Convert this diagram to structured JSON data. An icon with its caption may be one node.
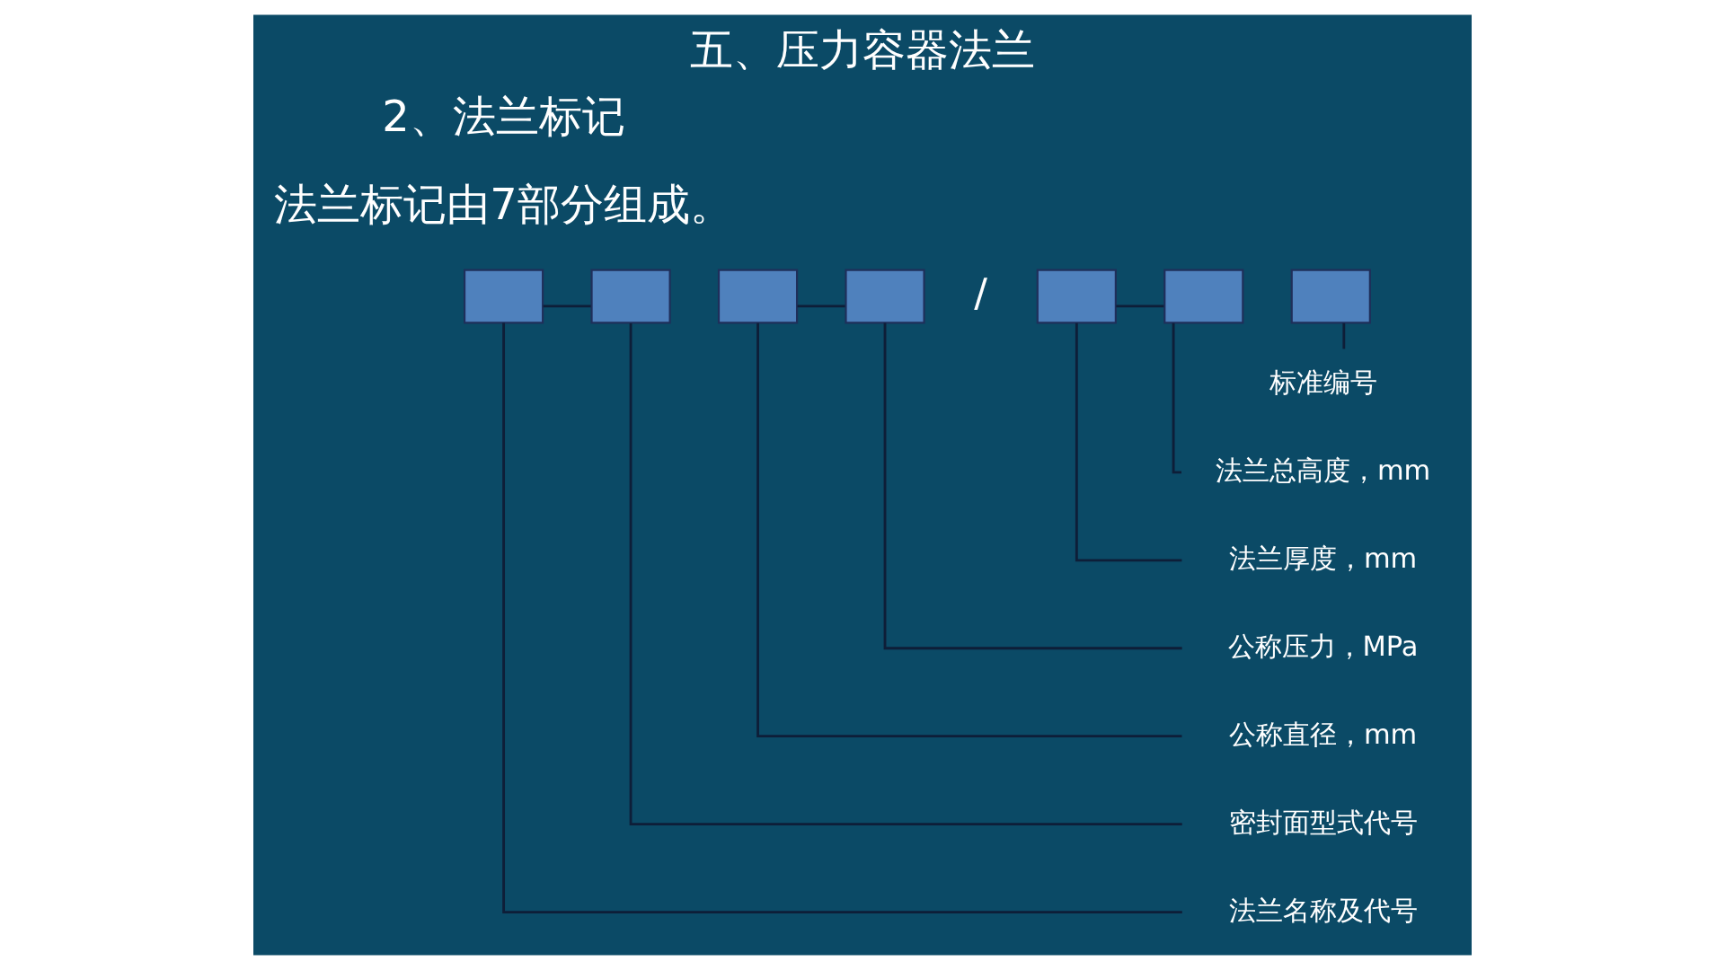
{
  "diagram": {
    "title": "五、压力容器法兰",
    "nodes": [
      {
        "text": [],
        "shape": "box"
      },
      {
        "text": [],
        "shape": "box"
      },
      {
        "text": [],
        "shape": "box"
      },
      {
        "text": [],
        "shape": "box"
      },
      {
        "text": [],
        "shape": "box"
      },
      {
        "text": [],
        "shape": "box"
      },
      {
        "text": [],
        "shape": "box"
      },
      {
        "text": [
          "标准编号"
        ]
      },
      {
        "text": [
          "法兰总高度，mm"
        ]
      },
      {
        "text": [
          "法兰厚度，mm"
        ]
      },
      {
        "text": [
          "公称压力，MPa"
        ]
      },
      {
        "text": [
          "公称直径，mm"
        ]
      },
      {
        "text": [
          "密封面型式代号"
        ]
      },
      {
        "text": [
          "法兰名称及代号"
        ]
      }
    ],
    "edges": [
      {
        "from": 0,
        "to": 1,
        "arrow": "none"
      },
      {
        "from": 2,
        "to": 3,
        "arrow": "none"
      },
      {
        "from": 4,
        "to": 5,
        "arrow": "none"
      },
      {
        "from": 7,
        "to": 6,
        "arrow": "none"
      },
      {
        "from": 8,
        "to": 5,
        "arrow": "none"
      },
      {
        "from": 9,
        "to": 4,
        "arrow": "none"
      },
      {
        "from": 10,
        "to": 3,
        "arrow": "none"
      },
      {
        "from": 11,
        "to": 2,
        "arrow": "none"
      },
      {
        "from": 12,
        "to": 1,
        "arrow": "none"
      },
      {
        "from": 13,
        "to": 0,
        "arrow": "none"
      }
    ],
    "labels": [
      "2、法兰标记",
      "法兰标记由7部分组成。",
      "/"
    ]
  }
}
